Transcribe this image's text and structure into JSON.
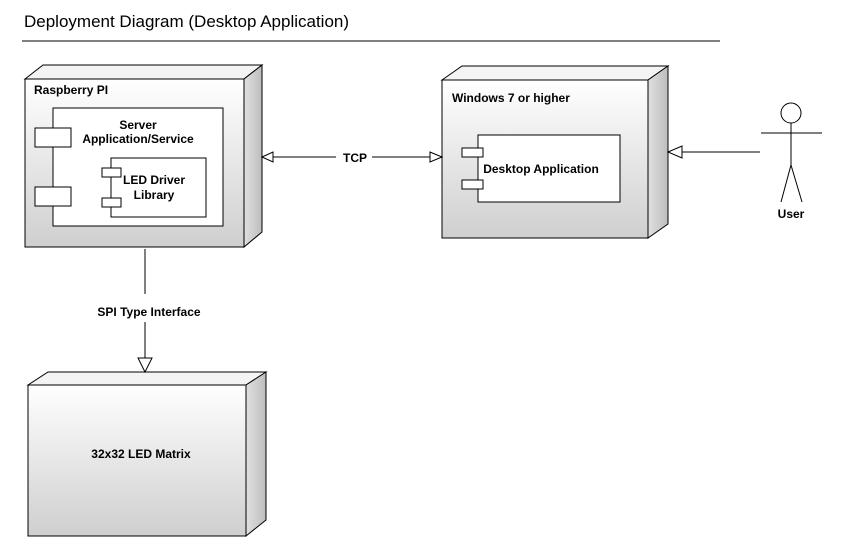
{
  "diagram": {
    "title": "Deployment Diagram (Desktop Application)",
    "nodes": {
      "raspberry": {
        "label": "Raspberry PI",
        "component_server": {
          "line1": "Server",
          "line2": "Application/Service"
        },
        "component_led_driver": {
          "line1": "LED Driver",
          "line2": "Library"
        }
      },
      "windows": {
        "label": "Windows 7 or higher",
        "component_desktop": {
          "label": "Desktop Application"
        }
      },
      "led_matrix": {
        "label": "32x32 LED Matrix"
      }
    },
    "actor": {
      "label": "User"
    },
    "connections": {
      "tcp": {
        "label": "TCP"
      },
      "spi": {
        "label": "SPI Type Interface"
      }
    }
  }
}
